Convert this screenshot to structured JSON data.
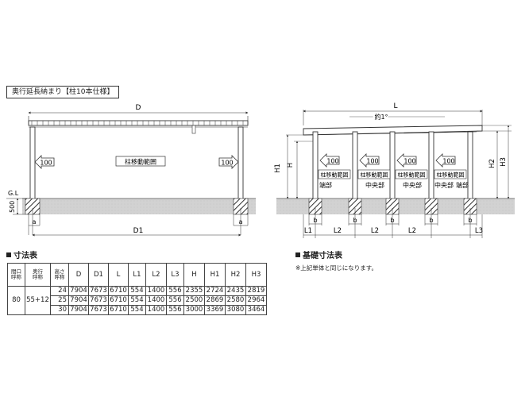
{
  "header": {
    "title": "奥行延長納まり【柱10本仕様】"
  },
  "side_view": {
    "dim_D": "D",
    "dim_D1": "D1",
    "dim_a_left": "a",
    "dim_a_right": "a",
    "gl": "G.L",
    "depth_500": "500",
    "arrow_left": "100",
    "arrow_right": "100",
    "move_range": "柱移動範囲"
  },
  "front_view": {
    "dim_L": "L",
    "slope": "約1°",
    "H": "H",
    "H1": "H1",
    "H2": "H2",
    "H3": "H3",
    "arrows": [
      "100",
      "100",
      "100",
      "100"
    ],
    "range_labels": [
      "柱移動範囲",
      "柱移動範囲",
      "柱移動範囲",
      "柱移動範囲"
    ],
    "zone_labels": [
      "端部",
      "中央部",
      "中央部",
      "中央部",
      "端部"
    ],
    "b_labels": [
      "b",
      "b",
      "b",
      "b",
      "b"
    ],
    "bottom_labels": [
      "L1",
      "L2",
      "L2",
      "L2",
      "L3"
    ]
  },
  "dimension_table": {
    "section_title": "寸法表",
    "headers": [
      "間口\n呼称",
      "奥行\n呼称",
      "高さ\n呼称",
      "D",
      "D1",
      "L",
      "L1",
      "L2",
      "L3",
      "H",
      "H1",
      "H2",
      "H3"
    ],
    "frontage": "80",
    "depth": "55+12",
    "rows": [
      [
        "24",
        "7904",
        "7673",
        "6710",
        "554",
        "1400",
        "556",
        "2355",
        "2724",
        "2435",
        "2819"
      ],
      [
        "25",
        "7904",
        "7673",
        "6710",
        "554",
        "1400",
        "556",
        "2500",
        "2869",
        "2580",
        "2964"
      ],
      [
        "30",
        "7904",
        "7673",
        "6710",
        "554",
        "1400",
        "556",
        "3000",
        "3369",
        "3080",
        "3464"
      ]
    ]
  },
  "foundation": {
    "section_title": "基礎寸法表",
    "note": "※上記単体と同じになります。"
  }
}
